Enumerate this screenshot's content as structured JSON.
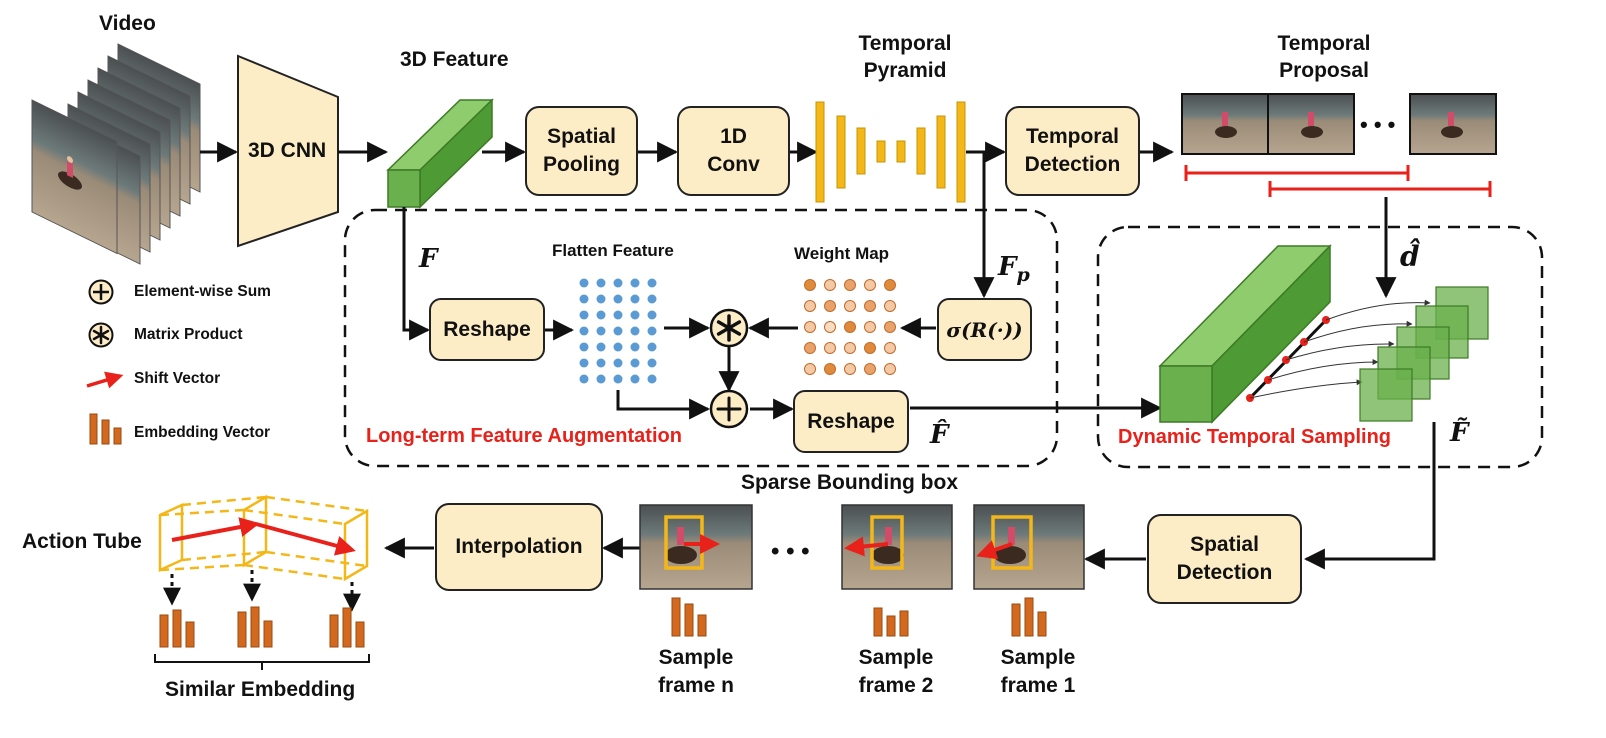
{
  "video": {
    "label": "Video"
  },
  "cnn": {
    "label": "3D CNN"
  },
  "feature3d": {
    "label": "3D Feature"
  },
  "spatial_pooling": {
    "line1": "Spatial",
    "line2": "Pooling"
  },
  "conv1d": {
    "line1": "1D",
    "line2": "Conv"
  },
  "temporal_pyramid": {
    "line1": "Temporal",
    "line2": "Pyramid"
  },
  "temporal_detection": {
    "line1": "Temporal",
    "line2": "Detection"
  },
  "temporal_proposal": {
    "line1": "Temporal",
    "line2": "Proposal",
    "ellipsis": "• • •"
  },
  "lfa": {
    "title": "Long-term Feature Augmentation",
    "f_symbol": "F",
    "fp_symbol": "F",
    "fp_sub": "p",
    "reshape1": "Reshape",
    "reshape2": "Reshape",
    "flatten_label": "Flatten Feature",
    "weight_label": "Weight Map",
    "sigma": "σ(R(·))",
    "fhat_symbol": "F̂"
  },
  "dts": {
    "title": "Dynamic Temporal Sampling",
    "dhat_symbol": "d̂",
    "ftilde_symbol": "F̃"
  },
  "legend": {
    "items": [
      {
        "icon": "plus-circle-icon",
        "label": "Element-wise Sum"
      },
      {
        "icon": "asterisk-circle-icon",
        "label": "Matrix Product"
      },
      {
        "icon": "red-arrow-icon",
        "label": "Shift Vector"
      },
      {
        "icon": "bars-icon",
        "label": "Embedding Vector"
      }
    ]
  },
  "sparse_bbox": {
    "label": "Sparse Bounding box",
    "ellipsis": "• • •"
  },
  "spatial_detection": {
    "line1": "Spatial",
    "line2": "Detection"
  },
  "interpolation": {
    "label": "Interpolation"
  },
  "frames": [
    {
      "line1": "Sample",
      "line2": "frame n"
    },
    {
      "line1": "Sample",
      "line2": "frame 2"
    },
    {
      "line1": "Sample",
      "line2": "frame 1"
    }
  ],
  "action_tube": {
    "label": "Action Tube"
  },
  "similar_embedding": {
    "label": "Similar Embedding"
  },
  "colors": {
    "box_fill": "#fdedc7",
    "green": "#6ab04c",
    "pyramid": "#f3b718",
    "red": "#e8211a",
    "legend_fill": "#dbe6f2",
    "dots_blue": "#5b9bd5",
    "embedding": "#d2691e"
  }
}
